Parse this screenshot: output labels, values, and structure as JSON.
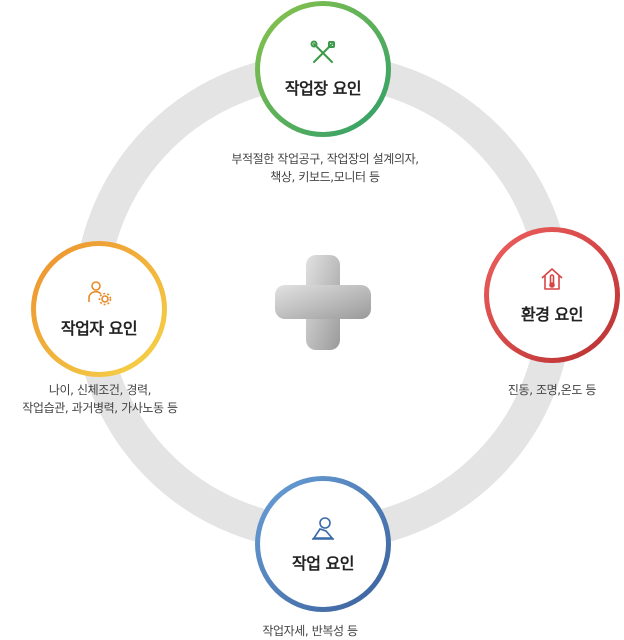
{
  "diagram": {
    "center_icon": "plus-icon",
    "colors": {
      "ring": "#e4e4e4",
      "top": "#4caf50",
      "left": "#f0a03a",
      "right": "#d84545",
      "bottom": "#4a7ab8"
    },
    "nodes": {
      "top": {
        "title": "작업장 요인",
        "icon": "tools-icon",
        "desc": [
          "부적절한 작업공구, 작업장의 설계의자,",
          "책상, 키보드,모니터 등"
        ]
      },
      "left": {
        "title": "작업자 요인",
        "icon": "worker-gear-icon",
        "desc": [
          "나이, 신체조건, 경력,",
          "작업습관, 과거병력, 가사노동 등"
        ]
      },
      "right": {
        "title": "환경 요인",
        "icon": "house-thermometer-icon",
        "desc": [
          "진동, 조명,온도 등"
        ]
      },
      "bottom": {
        "title": "작업 요인",
        "icon": "worker-task-icon",
        "desc": [
          "작업자세, 반복성 등"
        ]
      }
    }
  }
}
